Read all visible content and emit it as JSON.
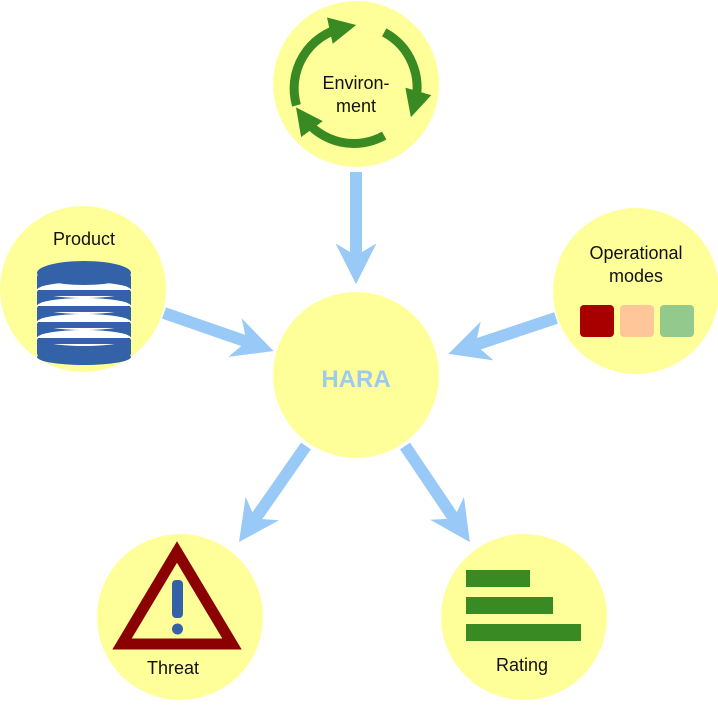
{
  "center": {
    "label": "HARA"
  },
  "nodes": {
    "environment": {
      "label_line1": "Environ-",
      "label_line2": "ment"
    },
    "product": {
      "label": "Product"
    },
    "operational_modes": {
      "label_line1": "Operational",
      "label_line2": "modes"
    },
    "threat": {
      "label": "Threat"
    },
    "rating": {
      "label": "Rating"
    }
  },
  "colors": {
    "circle_fill": "#ffff99",
    "center_text": "#9ec9f0",
    "arrow": "#99c9f7",
    "cycle_arrows": "#3a8a24",
    "database": "#3462a8",
    "database_rim": "#ffffff",
    "mode_red": "#a80000",
    "mode_orange": "#ffc69a",
    "mode_green": "#94c98e",
    "warning_triangle": "#8b0000",
    "warning_mark": "#3462a8",
    "rating_bars": "#3a8a24"
  },
  "icons": [
    "recycle-arrows-icon",
    "database-icon",
    "mode-swatches-icon",
    "warning-triangle-icon",
    "bar-rating-icon"
  ],
  "rating_levels": [
    0.56,
    0.76,
    1.0
  ]
}
